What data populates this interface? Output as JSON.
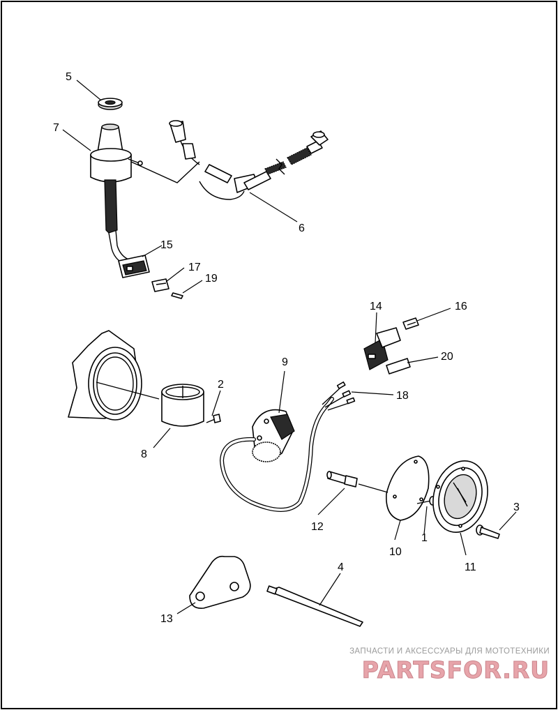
{
  "callouts": [
    {
      "id": "1",
      "label": "1"
    },
    {
      "id": "2",
      "label": "2"
    },
    {
      "id": "3",
      "label": "3"
    },
    {
      "id": "4",
      "label": "4"
    },
    {
      "id": "5",
      "label": "5"
    },
    {
      "id": "6",
      "label": "6"
    },
    {
      "id": "7",
      "label": "7"
    },
    {
      "id": "8",
      "label": "8"
    },
    {
      "id": "9",
      "label": "9"
    },
    {
      "id": "10",
      "label": "10"
    },
    {
      "id": "11",
      "label": "11"
    },
    {
      "id": "12",
      "label": "12"
    },
    {
      "id": "13",
      "label": "13"
    },
    {
      "id": "14",
      "label": "14"
    },
    {
      "id": "15",
      "label": "15"
    },
    {
      "id": "16",
      "label": "16"
    },
    {
      "id": "17",
      "label": "17"
    },
    {
      "id": "18",
      "label": "18"
    },
    {
      "id": "19",
      "label": "19"
    },
    {
      "id": "20",
      "label": "20"
    }
  ],
  "watermark": {
    "tagline": "ЗАПЧАСТИ И АКСЕССУАРЫ ДЛЯ МОТОТЕХНИКИ",
    "logo": "PARTSFOR.RU"
  },
  "colors": {
    "line": "#000000",
    "background": "#ffffff",
    "watermark_logo": "#e7a4aa"
  }
}
